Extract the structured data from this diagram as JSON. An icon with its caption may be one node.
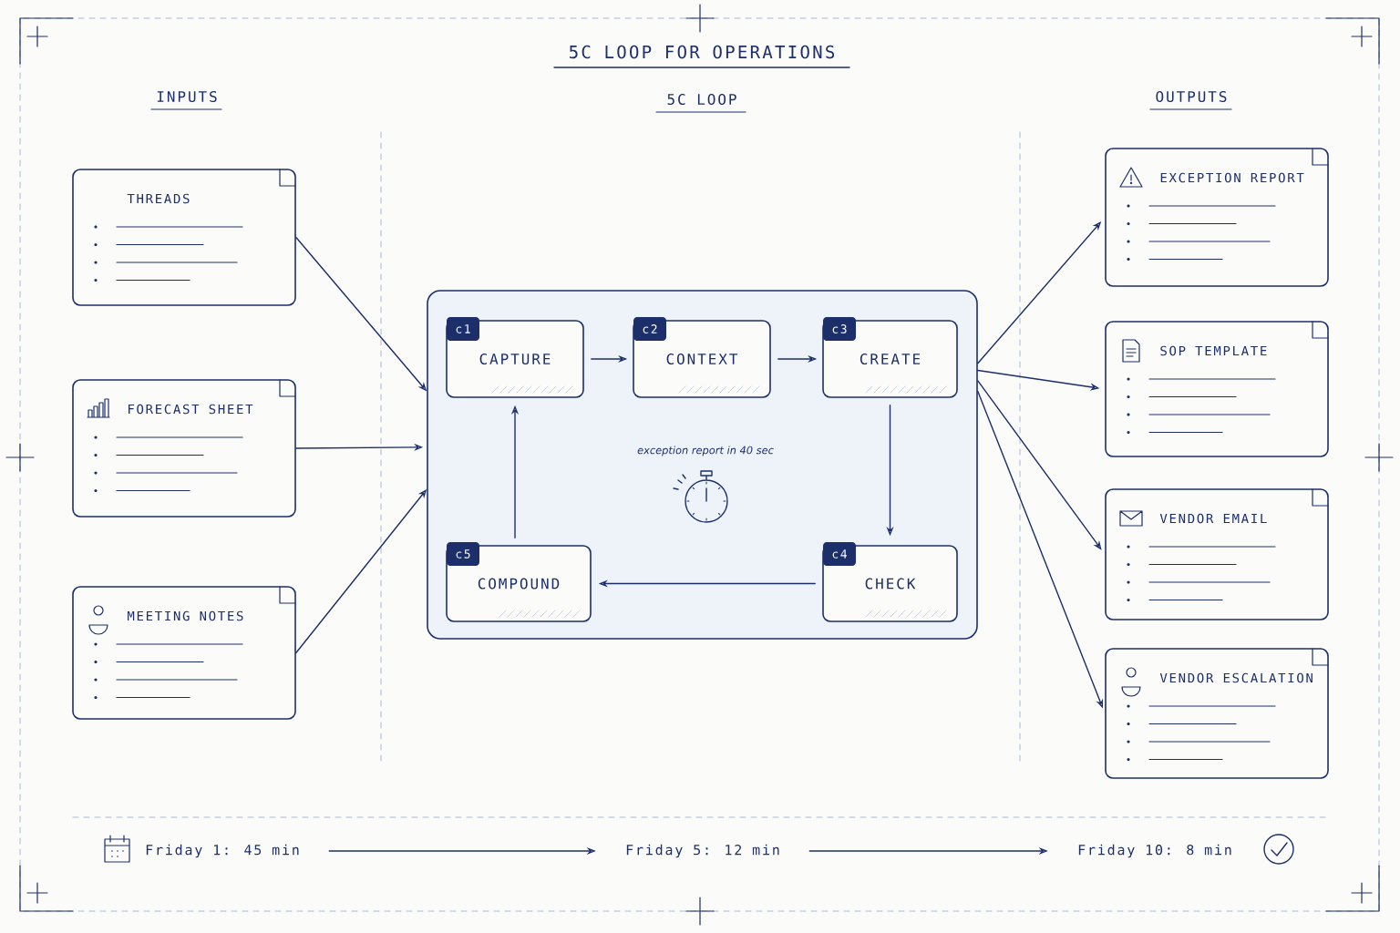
{
  "diagram": {
    "title": "5C LOOP FOR OPERATIONS",
    "nodes": [
      {
        "text": [
          "THREADS"
        ]
      },
      {
        "text": [
          "FORECAST SHEET"
        ]
      },
      {
        "text": [
          "MEETING NOTES"
        ]
      },
      {
        "text": [
          "exception report in 40 sec"
        ]
      },
      {
        "text": [
          "c1",
          "CAPTURE"
        ],
        "in": 3
      },
      {
        "text": [
          "c2",
          "CONTEXT"
        ],
        "in": 3
      },
      {
        "text": [
          "c3",
          "CREATE"
        ],
        "in": 3
      },
      {
        "text": [
          "c5",
          "COMPOUND"
        ],
        "in": 3
      },
      {
        "text": [
          "c4",
          "CHECK"
        ],
        "in": 3
      },
      {
        "text": [
          "EXCEPTION REPORT"
        ]
      },
      {
        "text": [
          "SOP TEMPLATE"
        ]
      },
      {
        "text": [
          "VENDOR EMAIL"
        ]
      },
      {
        "text": [
          "VENDOR ESCALATION"
        ]
      },
      {
        "text": [
          "Friday 1: 45 min"
        ]
      },
      {
        "text": [
          "Friday 5: 12 min"
        ]
      },
      {
        "text": [
          "Friday 10: 8 min"
        ]
      }
    ],
    "edges": [
      {
        "from": 0,
        "to": 3,
        "arrow": "to"
      },
      {
        "from": 1,
        "to": 3,
        "arrow": "to"
      },
      {
        "from": 2,
        "to": 3,
        "arrow": "to"
      },
      {
        "from": 4,
        "to": 5,
        "arrow": "to"
      },
      {
        "from": 5,
        "to": 6,
        "arrow": "to"
      },
      {
        "from": 6,
        "to": 8,
        "arrow": "to"
      },
      {
        "from": 8,
        "to": 7,
        "arrow": "to"
      },
      {
        "from": 7,
        "to": 4,
        "arrow": "to"
      },
      {
        "from": 3,
        "to": 9,
        "arrow": "to"
      },
      {
        "from": 3,
        "to": 10,
        "arrow": "to"
      },
      {
        "from": 3,
        "to": 11,
        "arrow": "to"
      },
      {
        "from": 3,
        "to": 12,
        "arrow": "to"
      },
      {
        "from": 13,
        "to": 14,
        "arrow": "to"
      },
      {
        "from": 14,
        "to": 15,
        "arrow": "to"
      }
    ],
    "labels": [
      "INPUTS",
      "5C LOOP",
      "OUTPUTS"
    ]
  }
}
